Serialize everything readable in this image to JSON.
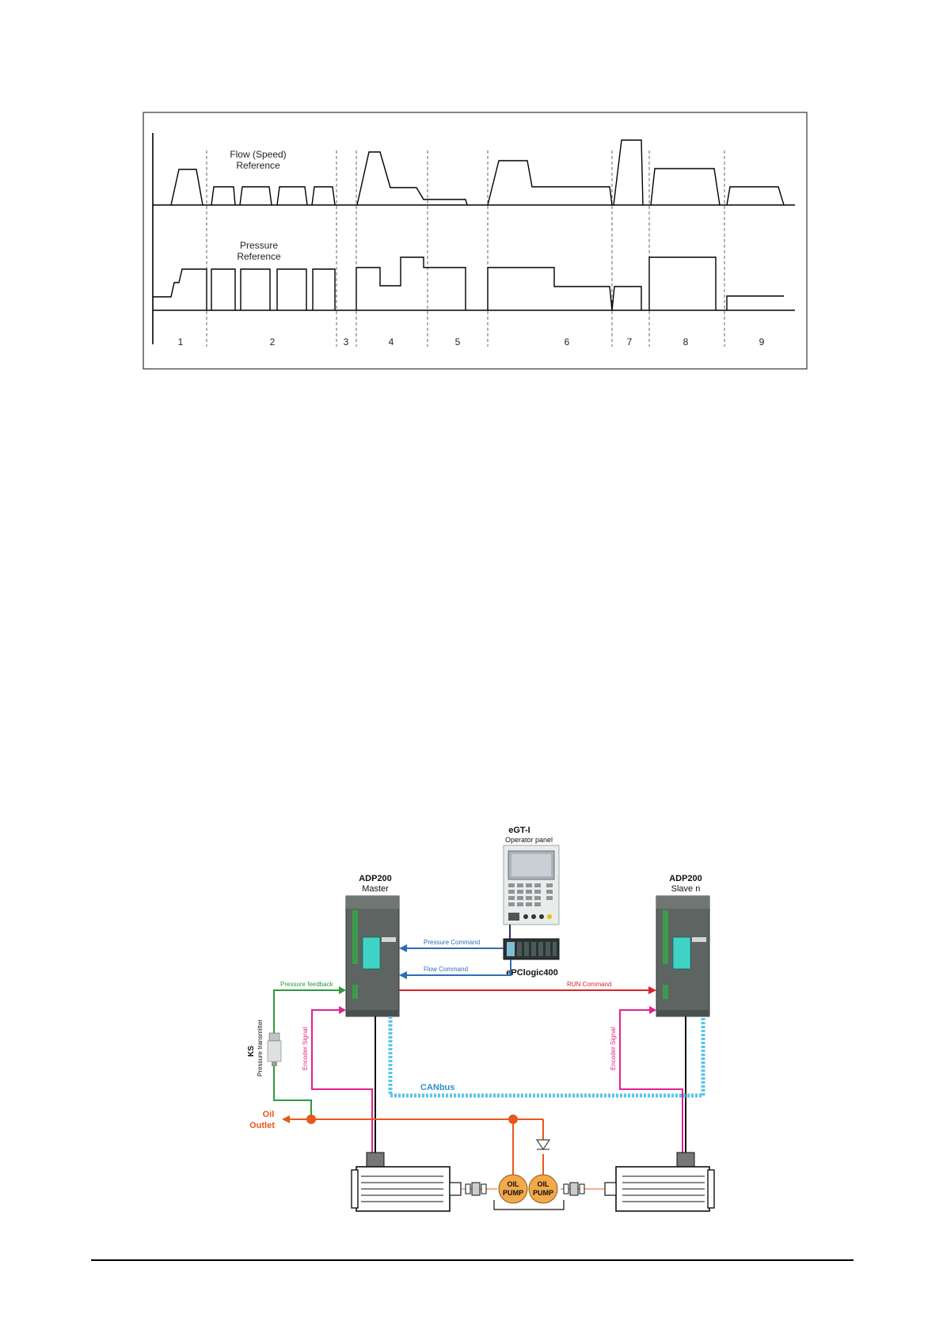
{
  "timing_diagram": {
    "flow_label_line1": "Flow (Speed)",
    "flow_label_line2": "Reference",
    "pressure_label_line1": "Pressure",
    "pressure_label_line2": "Reference",
    "phases": [
      "1",
      "2",
      "3",
      "4",
      "5",
      "6",
      "7",
      "8",
      "9"
    ]
  },
  "system_diagram": {
    "operator_panel_name": "eGT-I",
    "operator_panel_desc": "Operator panel",
    "master_name": "ADP200",
    "master_role": "Master",
    "slave_name": "ADP200",
    "slave_role": "Slave n",
    "plc_name": "ePClogic400",
    "pressure_command": "Pressure Command",
    "flow_command": "Flow Command",
    "run_command": "RUN Command",
    "pressure_feedback": "Pressure feedback",
    "encoder_signal": "Encoder Signal",
    "canbus": "CANbus",
    "ks_label": "KS",
    "transmitter_label": "Pressure transmitter",
    "oil_outlet_line1": "Oil",
    "oil_outlet_line2": "Outlet",
    "pump_line1": "OIL",
    "pump_line2": "PUMP"
  },
  "colors": {
    "pressure_command": "#2e6db4",
    "flow_command": "#2e6db4",
    "run_command": "#d9232a",
    "pressure_feedback": "#2e9b3a",
    "encoder_signal": "#e0238f",
    "canbus": "#5bc4ee",
    "oil_line": "#e8581c",
    "pump_fill": "#f3a84a"
  }
}
